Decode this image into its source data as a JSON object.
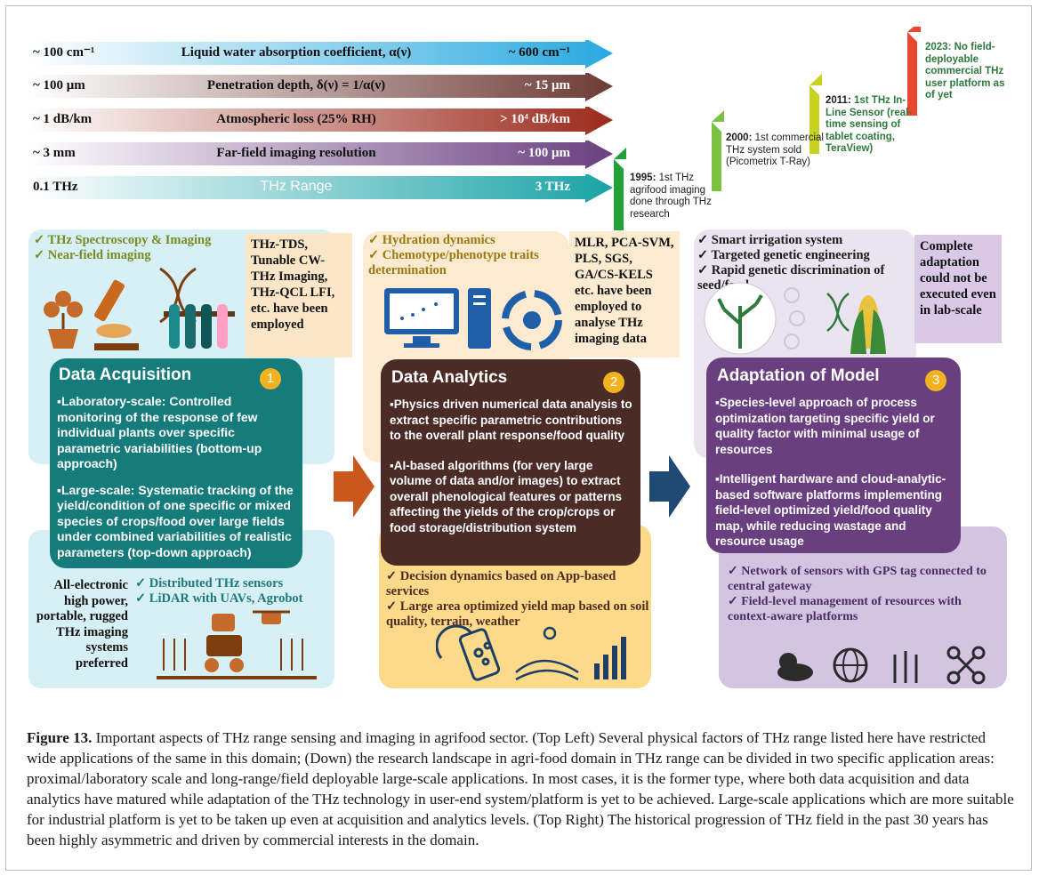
{
  "arrows": [
    {
      "left": "~ 100 cm⁻¹",
      "center": "Liquid water absorption coefficient, α(ν)",
      "right": "~ 600 cm⁻¹",
      "color_from": "#ffffff",
      "color_to": "#29a9df"
    },
    {
      "left": "~ 100 μm",
      "center": "Penetration depth, δ(ν) = 1/α(ν)",
      "right": "~ 15 μm",
      "color_from": "#ffffff",
      "color_to": "#6e3b36"
    },
    {
      "left": "~ 1 dB/km",
      "center": "Atmospheric loss (25% RH)",
      "right": "> 10⁴ dB/km",
      "color_from": "#ffffff",
      "color_to": "#9b2a1c"
    },
    {
      "left": "~ 3 mm",
      "center": "Far-field imaging resolution",
      "right": "~ 100 μm",
      "color_from": "#ffffff",
      "color_to": "#6a3f80"
    },
    {
      "left": "0.1 THz",
      "center": "THz Range",
      "right": "3 THz",
      "color_from": "#ffffff",
      "color_to": "#1aa3a6"
    }
  ],
  "timeline": [
    {
      "year": "1995:",
      "text": "1st THz agrifood imaging done through THz research",
      "color": "#22a03a",
      "year_color": "#1f1f1f"
    },
    {
      "year": "2000:",
      "text": "1st commercial THz system sold (Picometrix T-Ray)",
      "color": "#7cc242",
      "year_color": "#1f1f1f"
    },
    {
      "year": "2011:",
      "text": "1st THz In-Line Sensor (real-time sensing of tablet coating, TeraView)",
      "color": "#c8d321",
      "year_color": "#1f1f1f"
    },
    {
      "year": "2023:",
      "text": "No field-deployable commercial THz user platform as of yet",
      "color": "#e8492e",
      "year_color": "#2d7a3c"
    }
  ],
  "panel1": {
    "checks": [
      "THz Spectroscopy & Imaging",
      "Near-field imaging"
    ],
    "note": "THz-TDS, Tunable CW-THz Imaging, THz-QCL LFI, etc. have been employed",
    "title": "Data Acquisition",
    "badge": "1",
    "bullets": [
      "Laboratory-scale: Controlled monitoring of the response of few individual plants over specific parametric variabilities (bottom-up approach)",
      "Large-scale: Systematic tracking of the yield/condition of one specific or mixed species of crops/food over large fields under combined variabilities of realistic parameters (top-down approach)"
    ],
    "bottom_note": "All-electronic high power, portable, rugged THz imaging systems preferred",
    "bottom_checks": [
      "Distributed THz sensors",
      "LiDAR with UAVs, Agrobot"
    ]
  },
  "panel2": {
    "checks": [
      "Hydration dynamics",
      "Chemotype/phenotype traits determination"
    ],
    "note": "MLR, PCA-SVM, PLS, SGS, GA/CS-KELS etc. have been employed to analyse THz imaging data",
    "title": "Data Analytics",
    "badge": "2",
    "bullets": [
      "Physics driven numerical data analysis to extract specific parametric contributions to the overall plant response/food quality",
      "AI-based algorithms (for very large volume of data and/or images) to extract overall phenological features or patterns affecting the yields of the crop/crops or food storage/distribution system"
    ],
    "bottom_checks": [
      "Decision dynamics based on App-based services",
      "Large area optimized yield map based on soil quality, terrain, weather"
    ]
  },
  "panel3": {
    "checks": [
      "Smart irrigation system",
      "Targeted genetic engineering",
      "Rapid genetic discrimination of seed/food"
    ],
    "note": "Complete adaptation could not be executed even in lab-scale",
    "title": "Adaptation of Model",
    "badge": "3",
    "bullets": [
      "Species-level approach of process optimization targeting specific yield or quality factor with minimal usage of resources",
      "Intelligent hardware and cloud-analytic-based software platforms implementing field-level optimized yield/food quality map, while reducing wastage and resource usage"
    ],
    "bottom_checks": [
      "Network of sensors with GPS tag connected to central gateway",
      "Field-level management of resources with context-aware platforms"
    ]
  },
  "caption": {
    "label": "Figure 13.",
    "text": " Important aspects of THz range sensing and imaging in agrifood sector. (Top Left) Several physical factors of THz range listed here have restricted wide applications of the same in this domain; (Down) the research landscape in agri-food domain in THz range can be divided in two specific application areas: proximal/laboratory scale and long-range/field deployable large-scale applications. In most cases, it is the former type, where both data acquisition and data analytics have matured while adaptation of the THz technology in user-end system/platform is yet to be achieved. Large-scale applications which are more suitable for industrial platform is yet to be taken up even at acquisition and analytics levels. (Top Right) The historical progression of THz field in the past 30 years has been highly asymmetric and driven by commercial interests in the domain."
  },
  "icons": {
    "p1": [
      "flower-pot-icon",
      "microscope-icon",
      "dna-icon",
      "test-tubes-icon",
      "robot-tractor-icon",
      "drone-icon",
      "wheat-field-icon"
    ],
    "p2": [
      "monitor-chart-icon",
      "computer-tower-icon",
      "plant-cycle-icon",
      "phone-network-icon",
      "farmland-icon",
      "bar-chart-icon"
    ],
    "p3": [
      "neural-tree-icon",
      "dna-icon",
      "corn-icon",
      "weather-icon",
      "globe-icon",
      "wheat-icon",
      "drone-icon"
    ]
  }
}
